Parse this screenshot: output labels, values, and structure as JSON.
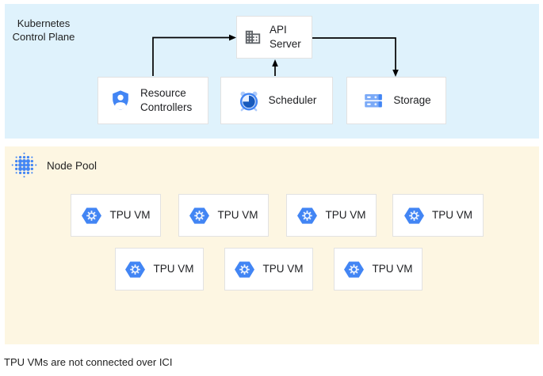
{
  "diagram": {
    "control_plane": {
      "title": "Kubernetes Control Plane",
      "nodes": [
        {
          "label": "API Server",
          "icon": "building-icon"
        },
        {
          "label": "Resource Controllers",
          "icon": "shield-person-icon"
        },
        {
          "label": "Scheduler",
          "icon": "alarm-clock-icon"
        },
        {
          "label": "Storage",
          "icon": "storage-stack-icon"
        }
      ],
      "edges": [
        {
          "from": "Resource Controllers",
          "to": "API Server"
        },
        {
          "from": "API Server",
          "to": "Storage"
        },
        {
          "from": "Scheduler",
          "to": "API Server"
        }
      ]
    },
    "node_pool": {
      "title": "Node Pool",
      "icon": "node-pool-dots-icon",
      "vms": [
        {
          "label": "TPU VM"
        },
        {
          "label": "TPU VM"
        },
        {
          "label": "TPU VM"
        },
        {
          "label": "TPU VM"
        },
        {
          "label": "TPU VM"
        },
        {
          "label": "TPU VM"
        },
        {
          "label": "TPU VM"
        }
      ]
    },
    "footnote": "TPU VMs are not connected over ICI"
  },
  "colors": {
    "control_plane_bg": "#DFF2FC",
    "node_pool_bg": "#FDF6E2",
    "box_border": "#E2E2E2",
    "accent_blue": "#4285F4",
    "dark_blue": "#185ABC",
    "light_blue": "#AECBFA",
    "icon_gray": "#5F6368",
    "arrow": "#000000",
    "text": "#202124"
  }
}
